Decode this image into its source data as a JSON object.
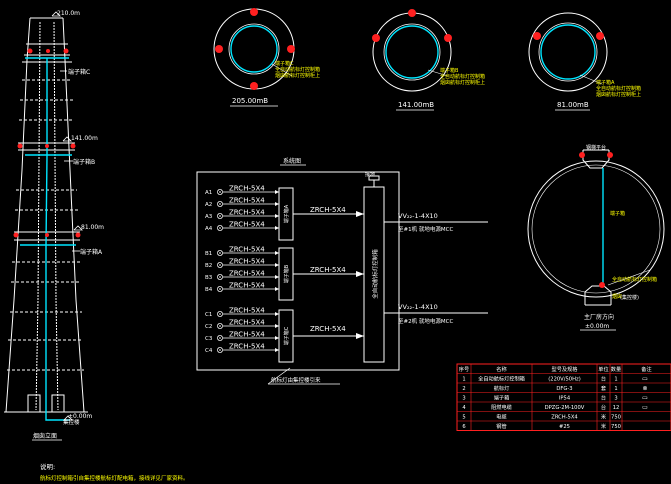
{
  "colors": {
    "background": "#000000",
    "line": "#ffffff",
    "accent_cyan": "#00e5ff",
    "marker_red": "#ff2020",
    "text_yellow": "#ffff00",
    "table_red": "#ff2020"
  },
  "chimney": {
    "elev_top": "210.0m",
    "elev_mid": "141.00m",
    "elev_low": "81.00m",
    "elev_base": "±0.00m",
    "box_c": "端子箱C",
    "box_b": "端子箱B",
    "box_a": "端子箱A",
    "base_label": "集控楼",
    "section_label": "烟囱立面"
  },
  "sections": [
    {
      "caption": "205.00mB",
      "note": "端子箱C\n全自动航标灯控制箱\n烟囱航标灯控制柜上"
    },
    {
      "caption": "141.00mB",
      "note": "端子箱B\n全自动航标灯控制箱\n烟囱航标灯控制柜上"
    },
    {
      "caption": "81.00mB",
      "note": "端子箱A\n全自动航标灯控制箱\n烟囱航标灯控制柜上"
    }
  ],
  "schematic": {
    "title": "系统图",
    "cable": "ZRCH-5X4",
    "box_a": "端子箱A",
    "box_b": "端子箱B",
    "box_c": "端子箱C",
    "controller": "全自动航标灯控制箱",
    "ground": "接地",
    "feed1_label": "VV₂₂-1-4X10",
    "feed2_label": "VV₂₂-1-4X10",
    "feed1_dest": "至#1机 就地电源MCC",
    "feed2_dest": "至#2机 就地电源MCC",
    "bottom_note": "航标灯由集控楼引来",
    "lamps": [
      "A1",
      "A2",
      "A3",
      "A4",
      "B1",
      "B2",
      "B3",
      "B4",
      "C1",
      "C2",
      "C3",
      "C4"
    ]
  },
  "plan": {
    "top_label": "钢梯平台",
    "mark1": "端子箱",
    "note_line1": "全自动航标灯控制箱",
    "note_line2": "烟囱",
    "caption": "主厂房方向",
    "caption2": "±0.00m",
    "mcc_label": "(集控楼)"
  },
  "table": {
    "headers": [
      "序号",
      "名称",
      "型号及规格",
      "单位",
      "数量",
      "备注"
    ],
    "rows": [
      [
        "1",
        "全自动航标灯控制箱",
        "(220V/50Hz)",
        "台",
        "1",
        ""
      ],
      [
        "2",
        "航标灯",
        "DFG-3",
        "套",
        "1",
        ""
      ],
      [
        "3",
        "端子箱",
        "IP54",
        "台",
        "3",
        ""
      ],
      [
        "4",
        "阻燃电缆",
        "DPZG-2M-100V",
        "台",
        "12",
        ""
      ],
      [
        "5",
        "电缆",
        "ZRCH-5X4",
        "米",
        "750",
        ""
      ],
      [
        "6",
        "钢管",
        "#25",
        "米",
        "750",
        ""
      ]
    ]
  },
  "notes": {
    "title": "说明:",
    "text": "航标灯控制箱引自集控楼航标灯配电箱，接线详见厂家资料。"
  }
}
